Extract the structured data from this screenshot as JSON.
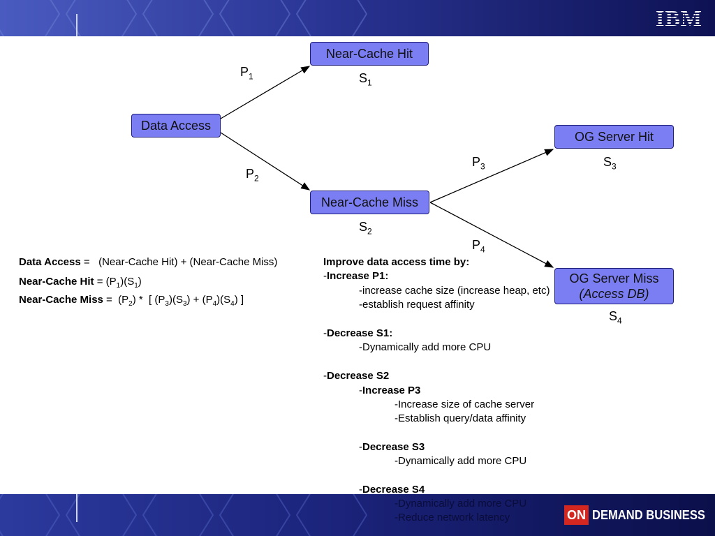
{
  "branding": {
    "logo": "IBM",
    "tagline_on": "ON",
    "tagline_rest": "DEMAND BUSINESS"
  },
  "colors": {
    "banner": "#14196b",
    "node_fill": "#7b7ef2",
    "node_border": "#1e1e7a"
  },
  "diagram": {
    "nodes": {
      "data_access": "Data Access",
      "near_cache_hit": "Near-Cache Hit",
      "near_cache_miss": "Near-Cache Miss",
      "og_server_hit": "OG Server Hit",
      "og_server_miss": "OG Server Miss",
      "og_server_miss_note": "(Access DB)"
    },
    "labels": {
      "p1": {
        "base": "P",
        "sub": "1"
      },
      "p2": {
        "base": "P",
        "sub": "2"
      },
      "p3": {
        "base": "P",
        "sub": "3"
      },
      "p4": {
        "base": "P",
        "sub": "4"
      },
      "s1": {
        "base": "S",
        "sub": "1"
      },
      "s2": {
        "base": "S",
        "sub": "2"
      },
      "s3": {
        "base": "S",
        "sub": "3"
      },
      "s4": {
        "base": "S",
        "sub": "4"
      }
    }
  },
  "formulas": {
    "f1_term": "Data Access",
    "f1_eq": " =   (Near-Cache Hit) + (Near-Cache Miss)",
    "f2_term": "Near-Cache Hit",
    "f2_eq": " = (P",
    "f2_s1": "1",
    "f2_mid": ")(S",
    "f2_s2": "1",
    "f2_end": ")",
    "f3_term": "Near-Cache Miss",
    "f3_a": " =  (P",
    "f3_s1": "2",
    "f3_b": ") *  [ (P",
    "f3_s2": "3",
    "f3_c": ")(S",
    "f3_s3": "3",
    "f3_d": ") + (P",
    "f3_s4": "4",
    "f3_e": ")(S",
    "f3_s5": "4",
    "f3_f": ") ]"
  },
  "notes": {
    "heading": "Improve data access time by:",
    "increase_p1": "Increase P1:",
    "p1_item1": "-increase cache size (increase heap, etc)",
    "p1_item2": "-establish request affinity",
    "decrease_s1": "Decrease S1:",
    "s1_item1": "-Dynamically add more CPU",
    "decrease_s2": "Decrease S2",
    "increase_p3": "Increase P3",
    "p3_item1": "-Increase size of cache server",
    "p3_item2": "-Establish query/data affinity",
    "decrease_s3": "Decrease S3",
    "s3_item1": "-Dynamically add more CPU",
    "decrease_s4": "Decrease S4",
    "s4_item1": "-Dynamically add more CPU",
    "s4_item2": "-Reduce network latency"
  }
}
